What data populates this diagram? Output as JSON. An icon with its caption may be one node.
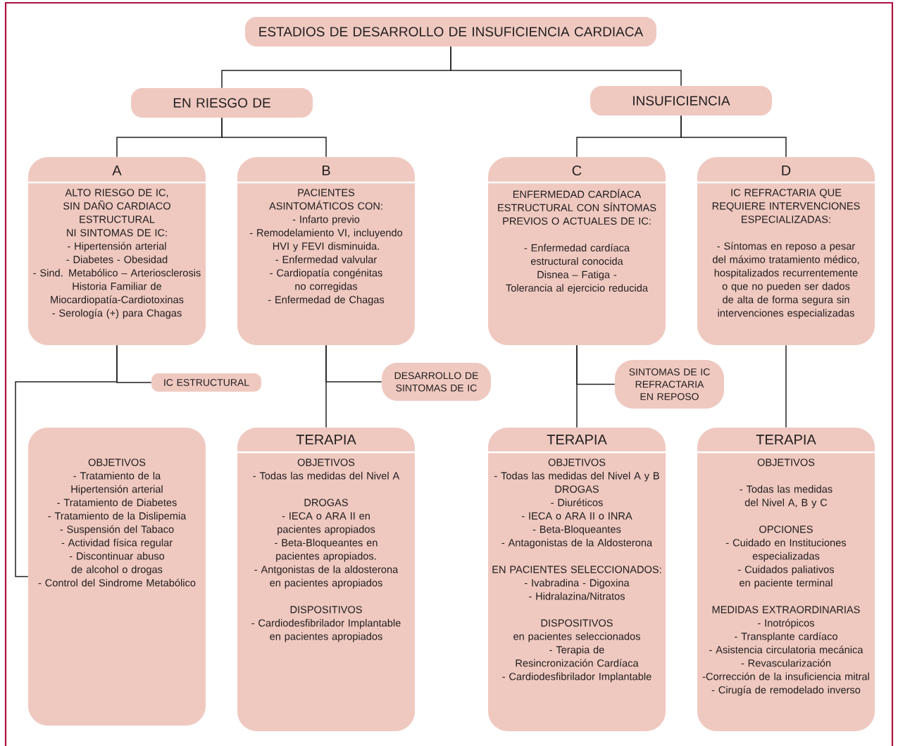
{
  "diagram": {
    "nodes": [
      {
        "text": [
          "ESTADIOS DE DESARROLLO DE INSUFICIENCIA CARDIACA"
        ]
      },
      {
        "text": [
          "EN RIESGO DE"
        ]
      },
      {
        "text": [
          "INSUFICIENCIA"
        ]
      },
      {
        "text": [
          "A",
          "ALTO RIESGO DE IC,",
          "SIN DAÑO CARDIACO ESTRUCTURAL",
          "NI SINTOMAS DE IC:",
          "- Hipertensión arterial - Diabetes - Obesidad",
          "- Sind. Metabólico – Arteriosclerosis",
          "Historia Familiar de Miocardiopatía-Cardiotoxinas - Serología (+) para Chagas"
        ]
      },
      {
        "text": [
          "B",
          "PACIENTES ASINTOMÁTICOS CON:",
          "- Infarto previo",
          "- Remodelamiento VI, incluyendo HVI y FEVI disminuida.",
          "- Enfermedad valvular",
          "- Cardiopatía congénitas no corregidas",
          "- Enfermedad de Chagas"
        ]
      },
      {
        "text": [
          "C",
          "ENFERMEDAD CARDÍACA ESTRUCTURAL CON SÍNTOMAS PREVIOS O ACTUALES DE IC:",
          "- Enfermedad cardíaca estructural conocida",
          "Disnea – Fatiga -",
          "Tolerancia al ejercicio reducida"
        ]
      },
      {
        "text": [
          "D",
          "IC REFRACTARIA QUE REQUIERE INTERVENCIONES ESPECIALIZADAS:",
          "- Síntomas en reposo a pesar del máximo tratamiento médico, hospitalizados recurrentemente o que no pueden ser dados de alta de forma segura sin intervenciones especializadas"
        ]
      },
      {
        "text": [
          "IC ESTRUCTURAL"
        ]
      },
      {
        "text": [
          "DESARROLLO DE SINTOMAS DE IC"
        ]
      },
      {
        "text": [
          "SINTOMAS DE IC REFRACTARIA EN REPOSO"
        ]
      },
      {
        "text": [
          "OBJETIVOS",
          "- Tratamiento de la Hipertensión arterial",
          "- Tratamiento de Diabetes",
          "- Tratamiento de la Dislipemia",
          "- Suspensión del Tabaco",
          "- Actividad física regular",
          "- Discontinuar abuso de alcohol o drogas",
          "- Control del Sindrome Metabólico"
        ]
      },
      {
        "text": [
          "TERAPIA",
          "OBJETIVOS",
          "- Todas las medidas del Nivel A",
          "DROGAS",
          "- IECA o ARA II en pacientes apropiados",
          "- Beta-Bloqueantes en pacientes apropiados.",
          "- Antgonistas de la aldosterona en pacientes apropiados",
          "DISPOSITIVOS",
          "- Cardiodesfibrilador Implantable en pacientes apropiados"
        ]
      },
      {
        "text": [
          "TERAPIA",
          "OBJETIVOS",
          "- Todas las medidas del Nivel A y B",
          "DROGAS",
          "- Diuréticos",
          "- IECA o ARA II o INRA",
          "- Beta-Bloqueantes",
          "- Antagonistas de la Aldosterona",
          "EN PACIENTES SELECCIONADOS:",
          "- Ivabradina - Digoxina",
          "- Hidralazina/Nitratos",
          "DISPOSITIVOS",
          "en pacientes seleccionados",
          "- Terapia de Resincronización Cardíaca",
          "- Cardiodesfibrilador Implantable"
        ]
      },
      {
        "text": [
          "TERAPIA",
          "OBJETIVOS",
          "- Todas las medidas del Nivel A, B y C",
          "OPCIONES",
          "- Cuidado en Instituciones especializadas",
          "- Cuidados paliativos en paciente terminal",
          "MEDIDAS EXTRAORDINARIAS",
          "- Inotrópicos",
          "- Transplante cardíaco",
          "- Asistencia circulatoria mecánica",
          "- Revascularización",
          "-Corrección de la insuficiencia mitral",
          "- Cirugía de remodelado inverso"
        ]
      }
    ],
    "edges": [
      {
        "from": 0,
        "to": 1,
        "arrow": "none"
      },
      {
        "from": 0,
        "to": 2,
        "arrow": "none"
      },
      {
        "from": 1,
        "to": 3,
        "arrow": "none"
      },
      {
        "from": 1,
        "to": 4,
        "arrow": "none"
      },
      {
        "from": 2,
        "to": 5,
        "arrow": "none"
      },
      {
        "from": 2,
        "to": 6,
        "arrow": "none"
      },
      {
        "from": 3,
        "to": 7,
        "arrow": "none"
      },
      {
        "from": 3,
        "to": 10,
        "arrow": "none"
      },
      {
        "from": 4,
        "to": 8,
        "arrow": "none"
      },
      {
        "from": 4,
        "to": 11,
        "arrow": "none"
      },
      {
        "from": 5,
        "to": 9,
        "arrow": "none"
      },
      {
        "from": 5,
        "to": 12,
        "arrow": "none"
      },
      {
        "from": 6,
        "to": 13,
        "arrow": "none"
      }
    ]
  }
}
